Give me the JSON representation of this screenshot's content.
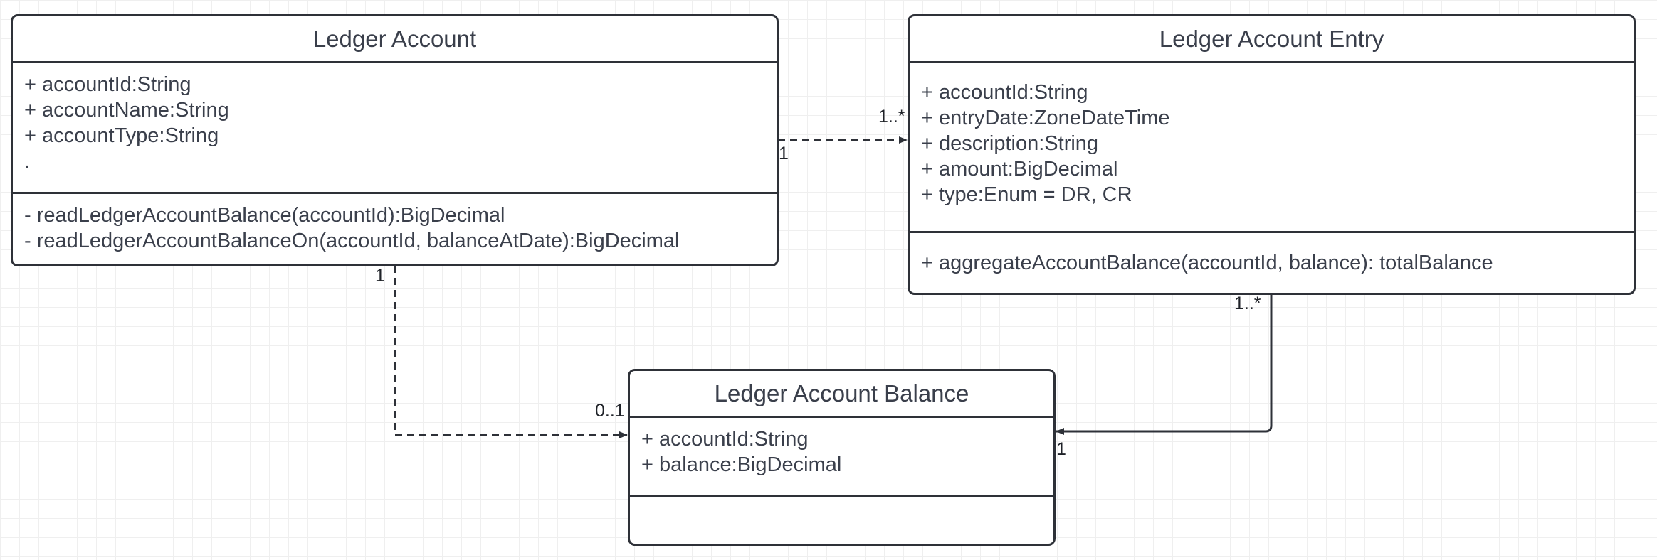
{
  "classes": {
    "ledger_account": {
      "name": "Ledger Account",
      "attributes": [
        "+ accountId:String",
        "+ accountName:String",
        "+ accountType:String",
        "."
      ],
      "methods": [
        "- readLedgerAccountBalance(accountId):BigDecimal",
        "- readLedgerAccountBalanceOn(accountId, balanceAtDate):BigDecimal"
      ]
    },
    "ledger_account_entry": {
      "name": "Ledger Account Entry",
      "attributes": [
        "+ accountId:String",
        "+ entryDate:ZoneDateTime",
        "+ description:String",
        "+ amount:BigDecimal",
        "+ type:Enum = DR, CR"
      ],
      "methods": [
        "+ aggregateAccountBalance(accountId, balance): totalBalance"
      ]
    },
    "ledger_account_balance": {
      "name": "Ledger Account Balance",
      "attributes": [
        "+ accountId:String",
        "+ balance:BigDecimal"
      ],
      "methods": []
    }
  },
  "relations": {
    "account_to_entry": {
      "source_multiplicity": "1",
      "target_multiplicity": "1..*",
      "style": "dashed"
    },
    "account_to_balance": {
      "source_multiplicity": "1",
      "target_multiplicity": "0..1",
      "style": "dashed"
    },
    "entry_to_balance": {
      "source_multiplicity": "1..*",
      "target_multiplicity": "1",
      "style": "solid"
    }
  },
  "colors": {
    "stroke": "#2e3138",
    "text": "#3a3f4b",
    "grid": "#efefef"
  }
}
